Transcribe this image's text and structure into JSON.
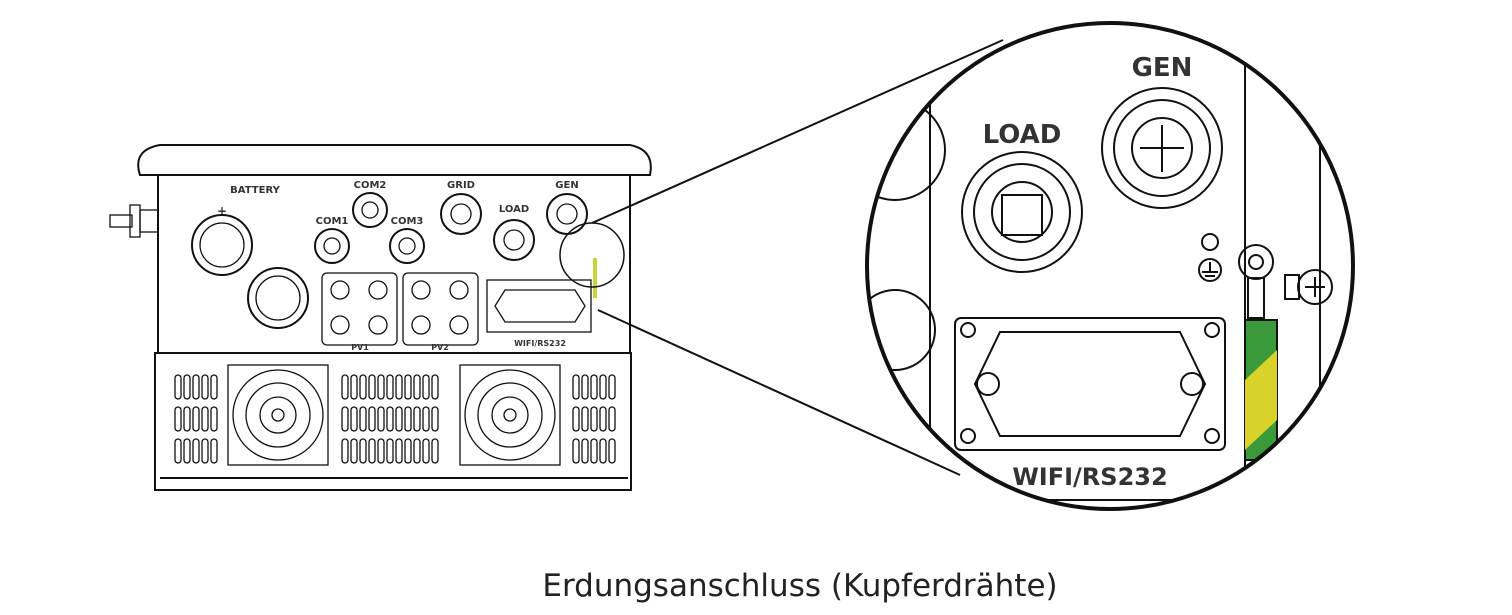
{
  "labels": {
    "battery": "BATTERY",
    "plus": "+",
    "minus": "−",
    "com1": "COM1",
    "com2": "COM2",
    "com3": "COM3",
    "grid": "GRID",
    "load": "LOAD",
    "gen": "GEN",
    "pv1": "PV1",
    "pv2": "PV2",
    "wifi": "WIFI/RS232"
  },
  "zoom_labels": {
    "load": "LOAD",
    "gen": "GEN",
    "wifi": "WIFI/RS232"
  },
  "caption": "Erdungsanschluss (Kupferdrähte)",
  "colors": {
    "ground_wire_green": "#3a9a3a",
    "ground_wire_yellow": "#d8d22a"
  }
}
